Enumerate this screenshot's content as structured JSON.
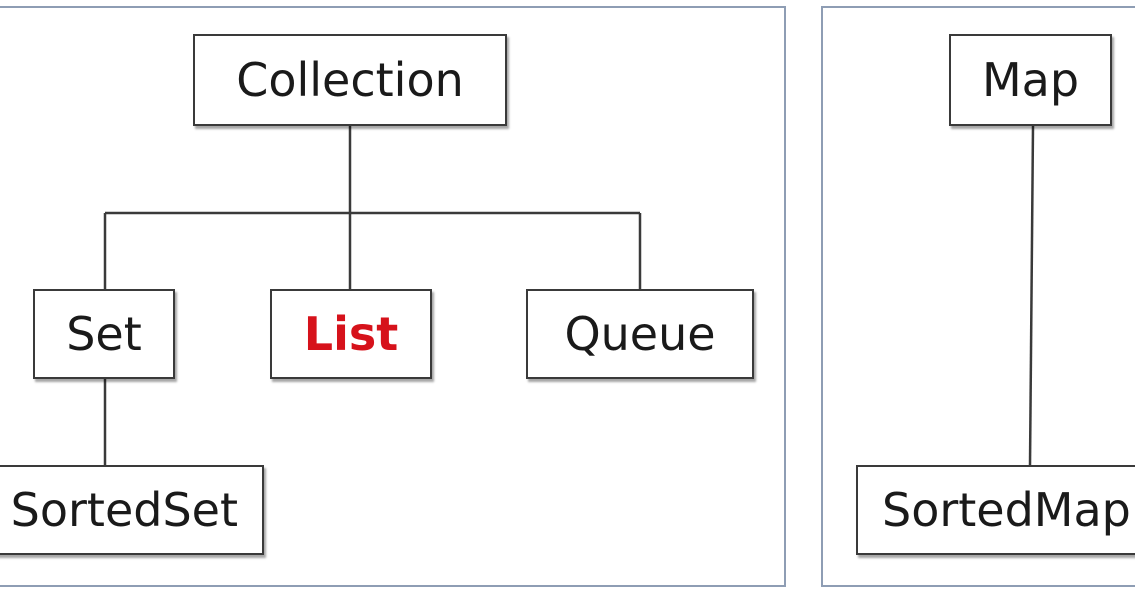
{
  "diagram": {
    "collection_hierarchy": {
      "root": "Collection",
      "children": [
        "Set",
        "List",
        "Queue"
      ],
      "set_child": "SortedSet",
      "highlighted": "List"
    },
    "map_hierarchy": {
      "root": "Map",
      "child": "SortedMap"
    }
  },
  "nodes": {
    "collection": "Collection",
    "set": "Set",
    "list": "List",
    "queue": "Queue",
    "sorted_set": "SortedSet",
    "map": "Map",
    "sorted_map": "SortedMap"
  },
  "colors": {
    "panel_border": "#8e9db4",
    "node_border": "#3a3a3a",
    "connector": "#3a3a3a",
    "highlight_text": "#d6121b"
  }
}
